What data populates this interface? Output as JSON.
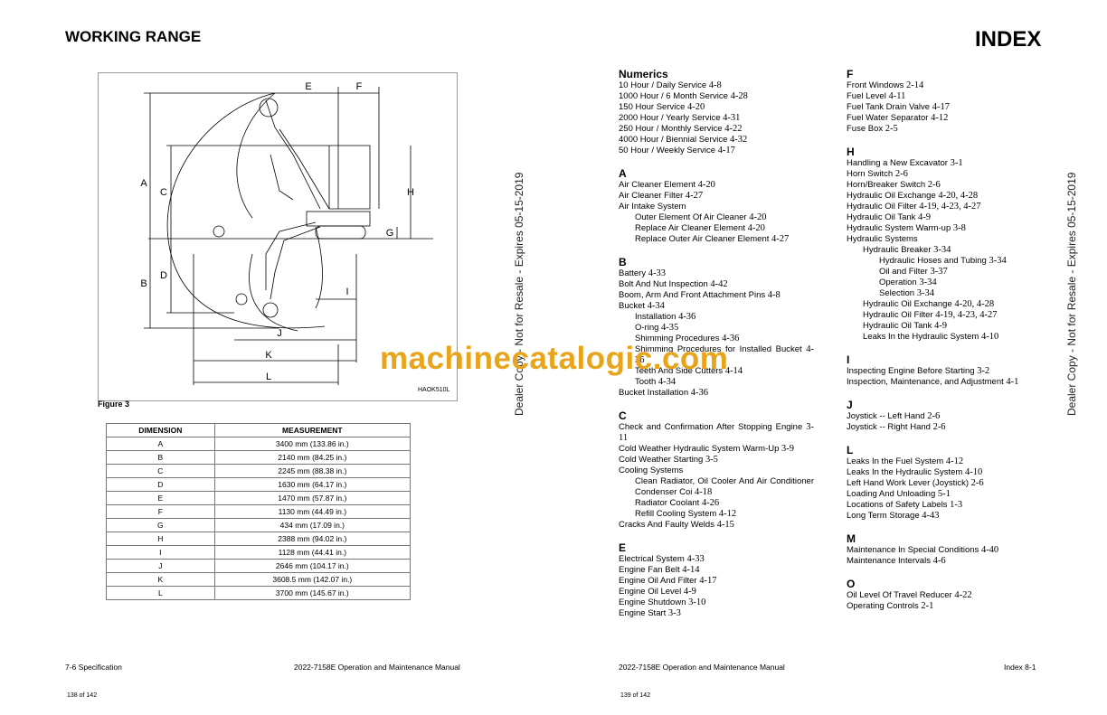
{
  "left_page": {
    "title": "WORKING RANGE",
    "figure_labels": [
      "A",
      "B",
      "C",
      "D",
      "E",
      "F",
      "G",
      "H",
      "I",
      "J",
      "K",
      "L"
    ],
    "figure_code": "HAOK510L",
    "figure_caption": "Figure 3",
    "table": {
      "headers": [
        "DIMENSION",
        "MEASUREMENT"
      ],
      "rows": [
        [
          "A",
          "3400 mm (133.86 in.)"
        ],
        [
          "B",
          "2140 mm (84.25 in.)"
        ],
        [
          "C",
          "2245 mm (88.38 in.)"
        ],
        [
          "D",
          "1630 mm (64.17 in.)"
        ],
        [
          "E",
          "1470 mm (57.87 in.)"
        ],
        [
          "F",
          "1130 mm (44.49 in.)"
        ],
        [
          "G",
          "434 mm (17.09 in.)"
        ],
        [
          "H",
          "2388 mm (94.02 in.)"
        ],
        [
          "I",
          "1128 mm (44.41 in.)"
        ],
        [
          "J",
          "2646 mm (104.17 in.)"
        ],
        [
          "K",
          "3608.5 mm (142.07 in.)"
        ],
        [
          "L",
          "3700 mm (145.67 in.)"
        ]
      ]
    },
    "footer_left": "7-6  Specification",
    "footer_right": "2022-7158E Operation and Maintenance Manual",
    "page_of": "138 of 142"
  },
  "right_page": {
    "title": "INDEX",
    "footer_left": "2022-7158E Operation and Maintenance Manual",
    "footer_right": "Index 8-1",
    "page_of": "139 of 142",
    "columns": [
      [
        {
          "heading": "Numerics",
          "items": [
            {
              "t": "10 Hour / Daily Service ",
              "p": "4-8",
              "l": 0
            },
            {
              "t": "1000 Hour / 6 Month Service ",
              "p": "4-28",
              "l": 0
            },
            {
              "t": "150 Hour Service ",
              "p": "4-20",
              "l": 0
            },
            {
              "t": "2000 Hour / Yearly Service ",
              "p": "4-31",
              "l": 0
            },
            {
              "t": "250 Hour / Monthly Service ",
              "p": "4-22",
              "l": 0
            },
            {
              "t": "4000 Hour / Biennial Service ",
              "p": "4-32",
              "l": 0
            },
            {
              "t": "50 Hour / Weekly Service ",
              "p": "4-17",
              "l": 0
            }
          ]
        },
        {
          "heading": "A",
          "items": [
            {
              "t": "Air Cleaner Element ",
              "p": "4-20",
              "l": 0
            },
            {
              "t": "Air Cleaner Filter ",
              "p": "4-27",
              "l": 0
            },
            {
              "t": "Air Intake System",
              "p": "",
              "l": 0
            },
            {
              "t": "Outer Element Of Air Cleaner ",
              "p": "4-20",
              "l": 1
            },
            {
              "t": "Replace Air Cleaner Element ",
              "p": "4-20",
              "l": 1
            },
            {
              "t": "Replace Outer Air Cleaner Element ",
              "p": "4-27",
              "l": 1
            }
          ]
        },
        {
          "heading": "B",
          "items": [
            {
              "t": "Battery ",
              "p": "4-33",
              "l": 0
            },
            {
              "t": "Bolt And Nut Inspection ",
              "p": "4-42",
              "l": 0
            },
            {
              "t": "Boom, Arm And Front Attachment Pins ",
              "p": "4-8",
              "l": 0
            },
            {
              "t": "Bucket ",
              "p": "4-34",
              "l": 0
            },
            {
              "t": "Installation ",
              "p": "4-36",
              "l": 1
            },
            {
              "t": "O-ring ",
              "p": "4-35",
              "l": 1
            },
            {
              "t": "Shimming Procedures ",
              "p": "4-36",
              "l": 1
            },
            {
              "t": "Shimming Procedures for Installed Bucket ",
              "p": "4-36",
              "l": 1,
              "wrap": true
            },
            {
              "t": "Teeth And Side Cutters ",
              "p": "4-14",
              "l": 1
            },
            {
              "t": "Tooth ",
              "p": "4-34",
              "l": 1
            },
            {
              "t": "Bucket Installation ",
              "p": "4-36",
              "l": 0
            }
          ]
        },
        {
          "heading": "C",
          "items": [
            {
              "t": "Check and Confirmation After Stopping Engine ",
              "p": "3-11",
              "l": 0,
              "wrap": true
            },
            {
              "t": "Cold Weather Hydraulic System Warm-Up ",
              "p": "3-9",
              "l": 0
            },
            {
              "t": "Cold Weather Starting ",
              "p": "3-5",
              "l": 0
            },
            {
              "t": "Cooling Systems",
              "p": "",
              "l": 0
            },
            {
              "t": "Clean Radiator, Oil Cooler And Air Conditioner Condenser Coi ",
              "p": "4-18",
              "l": 1,
              "wrap": true
            },
            {
              "t": "Radiator Coolant ",
              "p": "4-26",
              "l": 1
            },
            {
              "t": "Refill Cooling System ",
              "p": "4-12",
              "l": 1
            },
            {
              "t": "Cracks And Faulty Welds ",
              "p": "4-15",
              "l": 0
            }
          ]
        },
        {
          "heading": "E",
          "items": [
            {
              "t": "Electrical System ",
              "p": "4-33",
              "l": 0
            },
            {
              "t": "Engine Fan Belt ",
              "p": "4-14",
              "l": 0
            },
            {
              "t": "Engine Oil And Filter ",
              "p": "4-17",
              "l": 0
            },
            {
              "t": "Engine Oil Level ",
              "p": "4-9",
              "l": 0
            },
            {
              "t": "Engine Shutdown ",
              "p": "3-10",
              "l": 0
            },
            {
              "t": "Engine Start ",
              "p": "3-3",
              "l": 0
            }
          ]
        }
      ],
      [
        {
          "heading": "F",
          "items": [
            {
              "t": "Front Windows ",
              "p": "2-14",
              "l": 0
            },
            {
              "t": "Fuel Level ",
              "p": "4-11",
              "l": 0
            },
            {
              "t": "Fuel Tank Drain Valve ",
              "p": "4-17",
              "l": 0
            },
            {
              "t": "Fuel Water Separator ",
              "p": "4-12",
              "l": 0
            },
            {
              "t": "Fuse Box ",
              "p": "2-5",
              "l": 0
            }
          ]
        },
        {
          "heading": "H",
          "items": [
            {
              "t": "Handling a New Excavator ",
              "p": "3-1",
              "l": 0
            },
            {
              "t": "Horn Switch ",
              "p": "2-6",
              "l": 0
            },
            {
              "t": "Horn/Breaker Switch ",
              "p": "2-6",
              "l": 0
            },
            {
              "t": "Hydraulic Oil Exchange ",
              "p": "4-20, 4-28",
              "l": 0
            },
            {
              "t": "Hydraulic Oil Filter ",
              "p": "4-19, 4-23, 4-27",
              "l": 0
            },
            {
              "t": "Hydraulic Oil Tank ",
              "p": "4-9",
              "l": 0
            },
            {
              "t": "Hydraulic System Warm-up ",
              "p": "3-8",
              "l": 0
            },
            {
              "t": "Hydraulic Systems",
              "p": "",
              "l": 0
            },
            {
              "t": "Hydraulic Breaker ",
              "p": "3-34",
              "l": 1
            },
            {
              "t": "Hydraulic Hoses and Tubing ",
              "p": "3-34",
              "l": 2
            },
            {
              "t": "Oil and Filter ",
              "p": "3-37",
              "l": 2
            },
            {
              "t": "Operation ",
              "p": "3-34",
              "l": 2
            },
            {
              "t": "Selection ",
              "p": "3-34",
              "l": 2
            },
            {
              "t": "Hydraulic Oil Exchange ",
              "p": "4-20, 4-28",
              "l": 1
            },
            {
              "t": "Hydraulic Oil Filter ",
              "p": "4-19, 4-23, 4-27",
              "l": 1
            },
            {
              "t": "Hydraulic Oil Tank ",
              "p": "4-9",
              "l": 1
            },
            {
              "t": "Leaks In the Hydraulic System ",
              "p": "4-10",
              "l": 1
            }
          ]
        },
        {
          "heading": "I",
          "items": [
            {
              "t": "Inspecting Engine Before Starting ",
              "p": "3-2",
              "l": 0
            },
            {
              "t": "Inspection, Maintenance, and Adjustment ",
              "p": "4-1",
              "l": 0
            }
          ]
        },
        {
          "heading": "J",
          "items": [
            {
              "t": "Joystick -- Left Hand ",
              "p": "2-6",
              "l": 0
            },
            {
              "t": "Joystick -- Right Hand ",
              "p": "2-6",
              "l": 0
            }
          ]
        },
        {
          "heading": "L",
          "items": [
            {
              "t": "Leaks In the Fuel System ",
              "p": "4-12",
              "l": 0
            },
            {
              "t": "Leaks In the Hydraulic System ",
              "p": "4-10",
              "l": 0
            },
            {
              "t": "Left Hand Work Lever (Joystick) ",
              "p": "2-6",
              "l": 0
            },
            {
              "t": "Loading And Unloading ",
              "p": "5-1",
              "l": 0
            },
            {
              "t": "Locations of Safety Labels ",
              "p": "1-3",
              "l": 0
            },
            {
              "t": "Long Term Storage ",
              "p": "4-43",
              "l": 0
            }
          ]
        },
        {
          "heading": "M",
          "items": [
            {
              "t": "Maintenance In Special Conditions ",
              "p": "4-40",
              "l": 0
            },
            {
              "t": "Maintenance Intervals ",
              "p": "4-6",
              "l": 0
            }
          ]
        },
        {
          "heading": "O",
          "items": [
            {
              "t": "Oil Level Of Travel Reducer ",
              "p": "4-22",
              "l": 0
            },
            {
              "t": "Operating Controls ",
              "p": "2-1",
              "l": 0
            }
          ]
        }
      ]
    ]
  },
  "watermarks": {
    "vertical": "Dealer Copy - Not for Resale - Expires 05-15-2019",
    "site": "machinecatalogic.com"
  },
  "colors": {
    "watermark": "#e8a51c"
  }
}
